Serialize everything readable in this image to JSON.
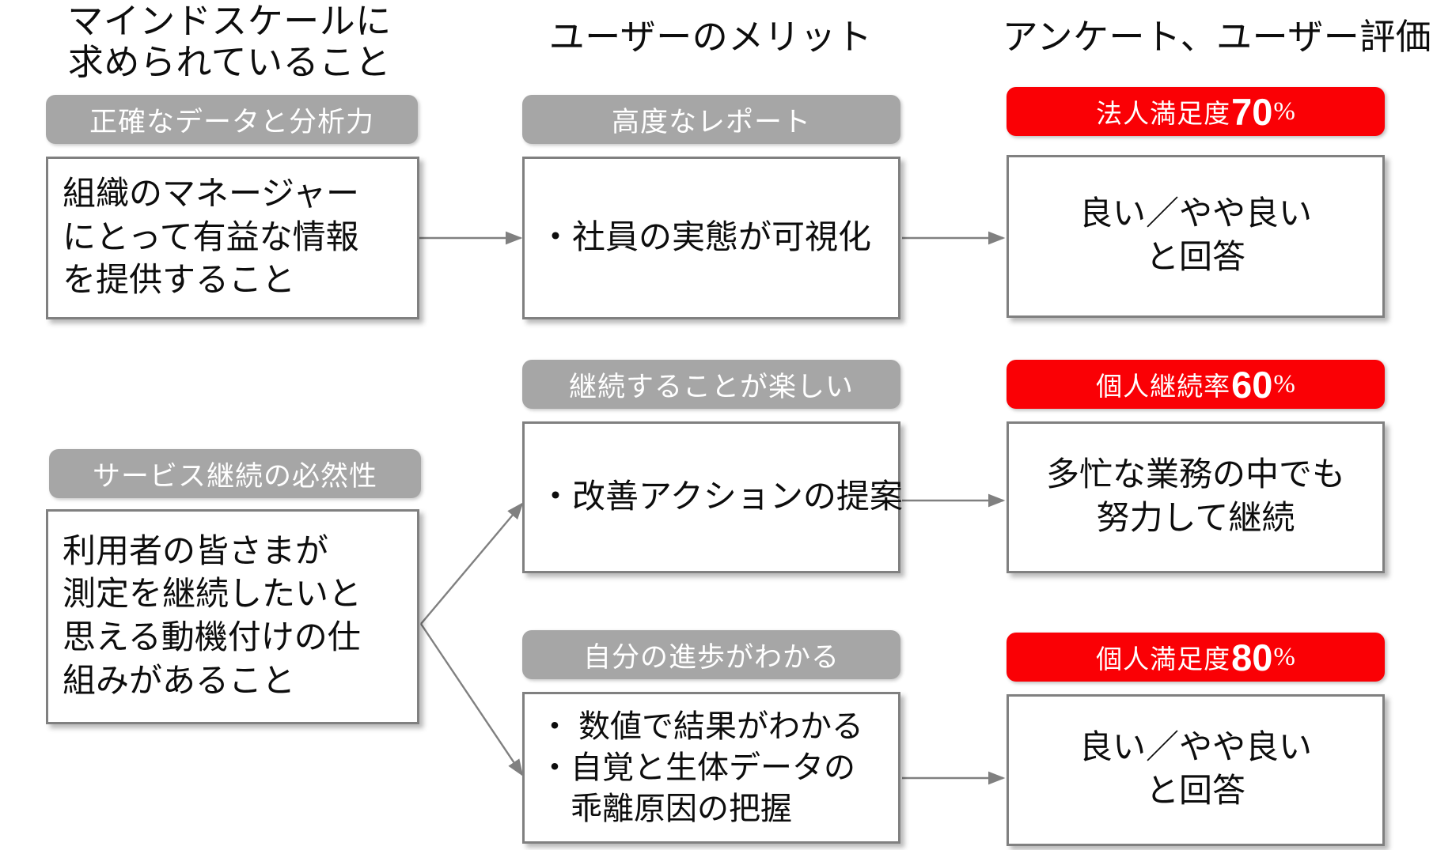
{
  "columns": [
    {
      "id": "col1",
      "title": "マインドスケールに\n求められていること"
    },
    {
      "id": "col2",
      "title": "ユーザーのメリット"
    },
    {
      "id": "col3",
      "title": "アンケート、ユーザー評価"
    }
  ],
  "left_items": [
    {
      "chip": "正確なデータと分析力",
      "lines": [
        "組織のマネージャー",
        "にとって有益な情報",
        "を提供すること"
      ]
    },
    {
      "chip": "サービス継続の必然性",
      "lines": [
        "利用者の皆さまが",
        "測定を継続したいと",
        "思える動機付けの仕",
        "組みがあること"
      ]
    }
  ],
  "middle_items": [
    {
      "chip": "高度なレポート",
      "lines": [
        "・社員の実態が可視化"
      ]
    },
    {
      "chip": "継続することが楽しい",
      "lines": [
        "・改善アクションの提案"
      ]
    },
    {
      "chip": "自分の進歩がわかる",
      "lines": [
        "・ 数値で結果がわかる",
        "・自覚と生体データの",
        "　乖離原因の把握"
      ]
    }
  ],
  "right_items": [
    {
      "badge_label": "法人満足度",
      "badge_number": "70",
      "badge_percent": "%",
      "lines": [
        "良い／やや良い",
        "と回答"
      ]
    },
    {
      "badge_label": "個人継続率",
      "badge_number": "60",
      "badge_percent": "%",
      "lines": [
        "多忙な業務の中でも",
        "努力して継続"
      ]
    },
    {
      "badge_label": "個人満足度",
      "badge_number": "80",
      "badge_percent": "%",
      "lines": [
        "良い／やや良い",
        "と回答"
      ]
    }
  ],
  "colors": {
    "chip_gray": "#a6a6a6",
    "badge_red": "#fa0005",
    "box_border": "#808080",
    "arrow": "#808080",
    "text": "#0d0d0d"
  },
  "connectors": [
    {
      "from": "left-box-1",
      "to": "middle-box-1"
    },
    {
      "from": "middle-box-1",
      "to": "right-box-1"
    },
    {
      "from": "left-box-2",
      "to": "middle-box-2"
    },
    {
      "from": "left-box-2",
      "to": "middle-box-3"
    },
    {
      "from": "middle-box-2",
      "to": "right-box-2"
    },
    {
      "from": "middle-box-3",
      "to": "right-box-3"
    }
  ]
}
